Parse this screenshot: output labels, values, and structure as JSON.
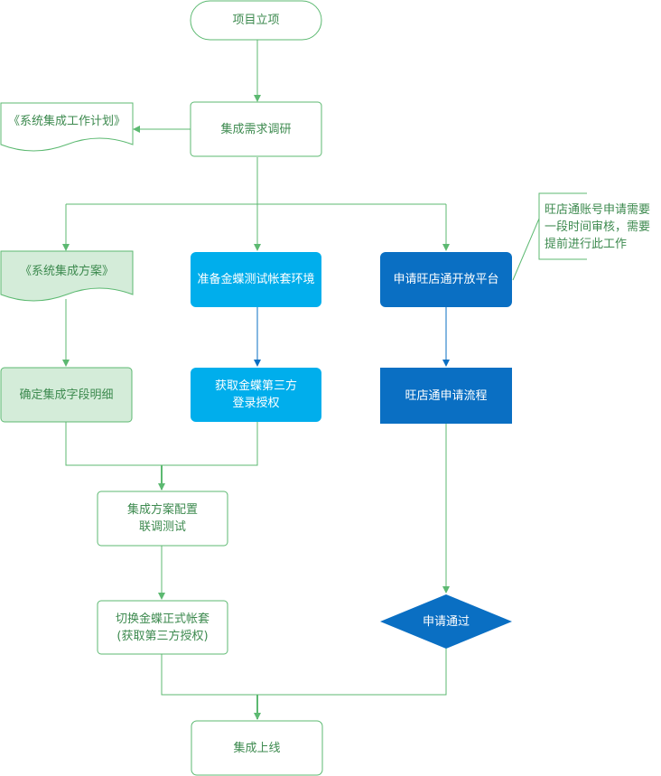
{
  "colors": {
    "green_stroke": "#5cb971",
    "green_fill": "#d4ecd9",
    "green_text": "#3d8a4f",
    "sky_blue": "#00aeec",
    "dark_blue": "#0a6fc3",
    "white": "#ffffff"
  },
  "nodes": {
    "start": "项目立项",
    "research": "集成需求调研",
    "plan_doc": "《系统集成工作计划》",
    "solution_doc": "《系统集成方案》",
    "prepare_env": "准备金蝶测试帐套环境",
    "apply_platform": "申请旺店通开放平台",
    "note": "旺店通账号申请需要\n一段时间审核，需要\n提前进行此工作",
    "confirm_fields": "确定集成字段明细",
    "get_auth": "获取金蝶第三方\n登录授权",
    "apply_flow": "旺店通申请流程",
    "configure_test": "集成方案配置\n联调测试",
    "switch_account": "切换金蝶正式帐套\n(获取第三方授权)",
    "approved": "申请通过",
    "go_live": "集成上线"
  }
}
